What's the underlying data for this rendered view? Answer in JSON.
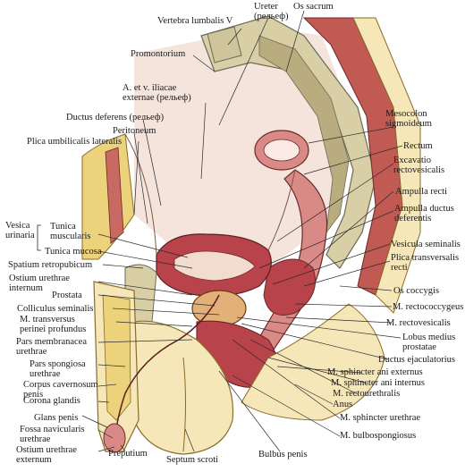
{
  "labels": {
    "ureter_1": "Ureter",
    "ureter_2": "(рельеф)",
    "os_sacrum": "Os sacrum",
    "vertebra_lumbalis": "Vertebra lumbalis V",
    "promontorium": "Promontorium",
    "iliacae_1": "A. et v. iliacae",
    "iliacae_2": "externae (рельеф)",
    "ductus_deferens": "Ductus deferens (рельеф)",
    "peritoneum": "Peritoneum",
    "plica_umbilicalis": "Plica umbilicalis lateralis",
    "mesocolon_1": "Mesocolon",
    "mesocolon_2": "sigmoideum",
    "rectum": "Rectum",
    "excavatio_1": "Excavatio",
    "excavatio_2": "rectovesicalis",
    "ampulla_recti": "Ampulla recti",
    "ampulla_ductus_1": "Ampulla ductus",
    "ampulla_ductus_2": "deferentis",
    "vesica_1": "Vesica",
    "vesica_2": "urinaria",
    "tunica_muscularis_1": "Tunica",
    "tunica_muscularis_2": "muscularis",
    "tunica_mucosa": "Tunica mucosa",
    "spatium": "Spatium retropubicum",
    "vesicula_seminalis": "Vesicula seminalis",
    "plica_transversalis_1": "Plica transversalis",
    "plica_transversalis_2": "recti",
    "ostium_internum_1": "Ostium urethrae",
    "ostium_internum_2": "internum",
    "prostata": "Prostata",
    "os_coccygis": "Os coccygis",
    "m_rectococcygeus": "M. rectococcygeus",
    "colliculus": "Colliculus seminalis",
    "m_transversus_1": "M. transversus",
    "m_transversus_2": "perinei profundus",
    "m_rectovesicalis": "M. rectovesicalis",
    "pars_membranacea_1": "Pars membranacea",
    "pars_membranacea_2": "urethrae",
    "lobus_medius_1": "Lobus medius",
    "lobus_medius_2": "prostatae",
    "ductus_ejaculatorius": "Ductus ejaculatorius",
    "pars_spongiosa_1": "Pars spongiosa",
    "pars_spongiosa_2": "urethrae",
    "sphincter_externus": "M. sphincter ani externus",
    "corpus_cavernosum_1": "Corpus cavernosum",
    "corpus_cavernosum_2": "penis",
    "sphincter_internus": "M. sphincter ani internus",
    "m_rectourethralis": "M. rectourethralis",
    "corona_glandis": "Corona glandis",
    "anus": "Anus",
    "glans_penis": "Glans penis",
    "sphincter_urethrae": "M. sphincter urethrae",
    "fossa_navicularis_1": "Fossa navicularis",
    "fossa_navicularis_2": "urethrae",
    "m_bulbospongiosus": "M. bulbospongiosus",
    "ostium_externum_1": "Ostium urethrae",
    "ostium_externum_2": "externum",
    "preputium": "Preputium",
    "septum_scroti": "Septum scroti",
    "bulbus_penis": "Bulbus penis"
  },
  "colors": {
    "skin": "#f6e7b8",
    "fat": "#ecd27a",
    "muscle": "#b8434a",
    "muscle_light": "#d98a86",
    "bone": "#d8cfa6",
    "bone_dark": "#6d6a55",
    "peritoneum": "#f2dcd0",
    "line": "#2a2a2a"
  }
}
